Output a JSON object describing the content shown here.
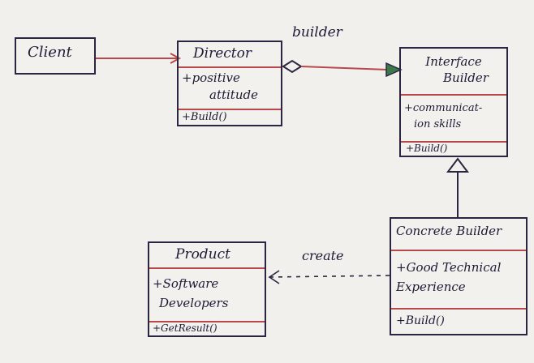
{
  "diagram": {
    "client": {
      "name": "Client"
    },
    "director": {
      "name": "Director",
      "attr_line1": "+positive",
      "attr_line2": "attitude",
      "method": "+Build()"
    },
    "interface_builder": {
      "name_line1": "Interface",
      "name_line2": "Builder",
      "attr_line1": "+communicat-",
      "attr_line2": "ion skills",
      "method": "+Build()"
    },
    "concrete_builder": {
      "name": "Concrete Builder",
      "attr_line1": "+Good Technical",
      "attr_line2": "Experience",
      "method": "+Build()"
    },
    "product": {
      "name": "Product",
      "attr_line1": "+Software",
      "attr_line2": "Developers",
      "method": "+GetResult()"
    },
    "labels": {
      "builder": "builder",
      "create": "create"
    },
    "colors": {
      "ink": "#2a2540",
      "accent": "#b8494a",
      "paper": "#f1f0ec",
      "arrowhead": "#3a7a4a"
    }
  }
}
